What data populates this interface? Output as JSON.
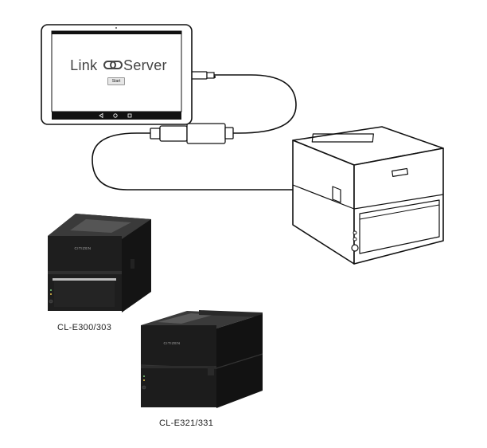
{
  "tablet": {
    "app_title_left": "Link",
    "app_title_right": "Server",
    "start_button_label": "Start",
    "link-icon": "link-icon"
  },
  "printers": {
    "model_a_label": "CL-E300/303",
    "model_b_label": "CL-E321/331",
    "brand": "CITIZEN"
  },
  "colors": {
    "printer_body": "#1d1d1d",
    "line_art": "#111111"
  }
}
